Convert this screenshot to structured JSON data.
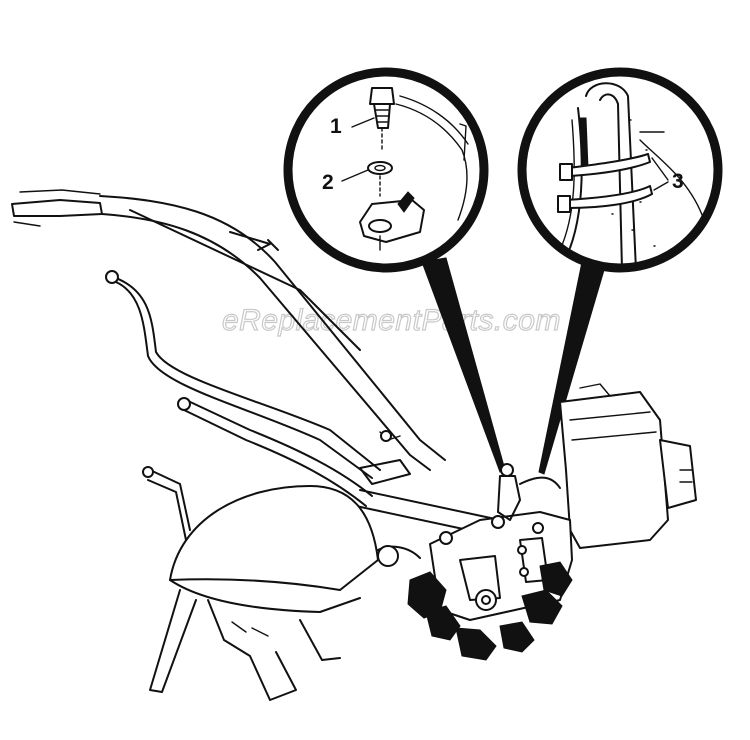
{
  "watermark": "eReplacementParts.com",
  "callouts": [
    {
      "number": "1",
      "part": "bolt-icon"
    },
    {
      "number": "2",
      "part": "washer-icon"
    },
    {
      "number": "3",
      "part": "cable-tie-icon"
    }
  ],
  "colors": {
    "ink": "#111111",
    "background": "#ffffff",
    "watermark": "#c9c9c9"
  }
}
